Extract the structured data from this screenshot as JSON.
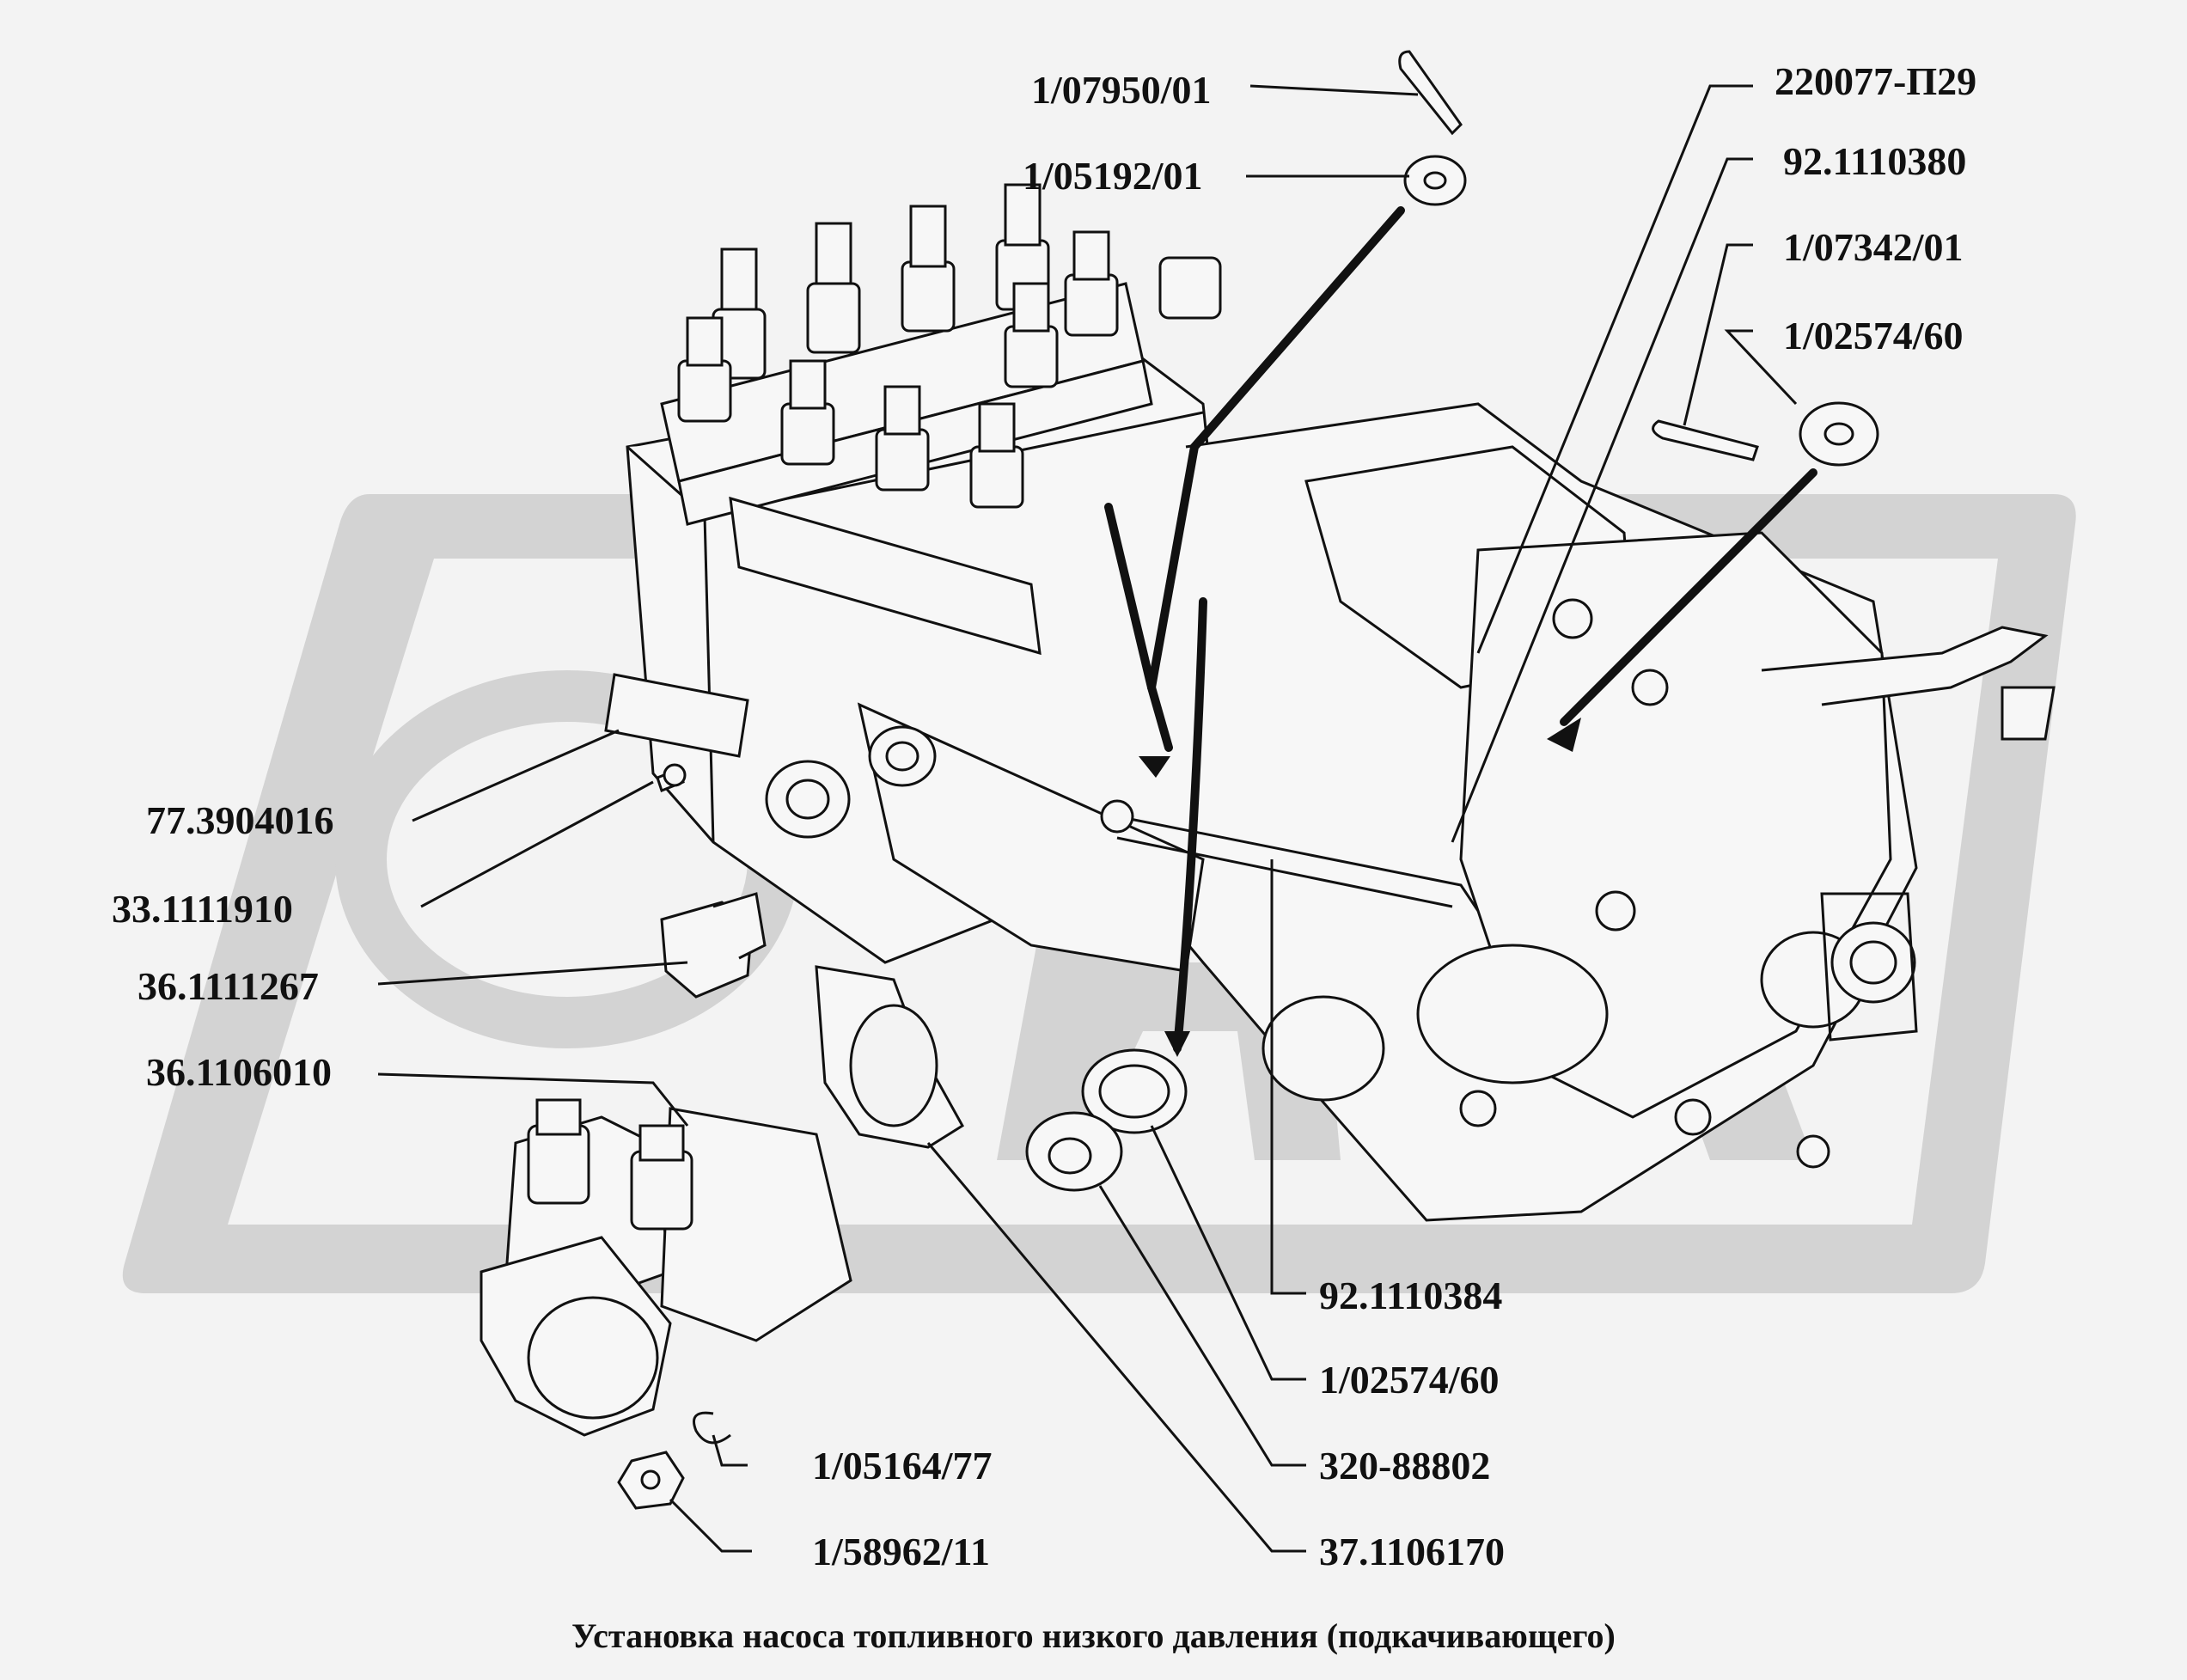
{
  "caption": "Установка насоса топливного низкого давления (подкачивающего)",
  "watermark": "ОПЕК",
  "labels": {
    "p1": "1/07950/01",
    "p2": "1/05192/01",
    "p3": "220077-П29",
    "p4": "92.1110380",
    "p5": "1/07342/01",
    "p6": "1/02574/60",
    "p7": "77.3904016",
    "p8": "33.1111910",
    "p9": "36.1111267",
    "p10": "36.1106010",
    "p11": "92.1110384",
    "p12": "1/02574/60",
    "p13": "1/05164/77",
    "p14": "320-88802",
    "p15": "1/58962/11",
    "p16": "37.1106170"
  },
  "colors": {
    "background": "#f3f3f3",
    "watermark": "#d3d3d3",
    "line": "#111111"
  }
}
